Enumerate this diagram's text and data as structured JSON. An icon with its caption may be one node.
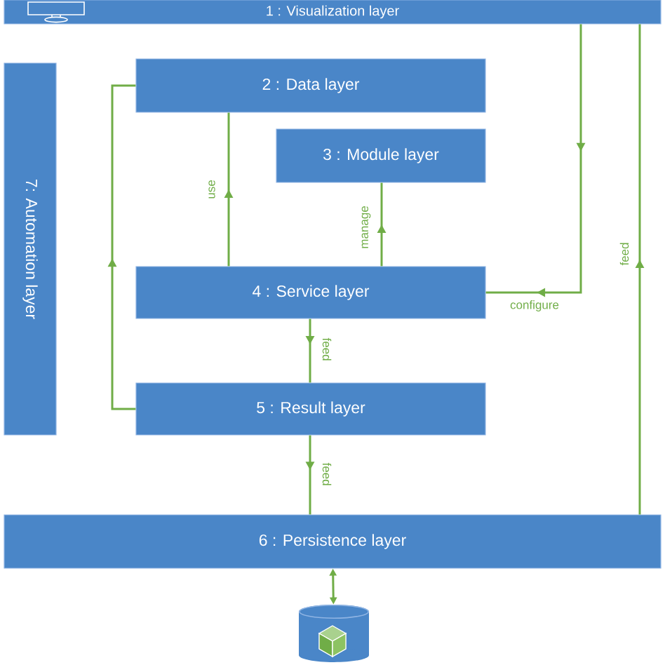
{
  "diagram": {
    "nodes": [
      {
        "text": [
          "1 : Visualization layer"
        ]
      },
      {
        "text": [
          "2 : Data layer"
        ]
      },
      {
        "text": [
          "3 : Module layer"
        ]
      },
      {
        "text": [
          "4 : Service layer"
        ]
      },
      {
        "text": [
          "5 : Result layer"
        ]
      },
      {
        "text": [
          "6 : Persistence layer"
        ]
      },
      {
        "text": [
          "7: Automation layer"
        ]
      },
      {
        "text": [],
        "shape": "cylinder"
      }
    ],
    "edges": [
      {
        "from": 3,
        "to": 1,
        "arrow": "to",
        "label": "use"
      },
      {
        "from": 3,
        "to": 2,
        "arrow": "to",
        "label": "manage"
      },
      {
        "from": 0,
        "to": 3,
        "arrow": "to",
        "label": "configure"
      },
      {
        "from": 5,
        "to": 0,
        "arrow": "to",
        "label": "feed"
      },
      {
        "from": 4,
        "to": 1,
        "arrow": "to"
      },
      {
        "from": 3,
        "to": 4,
        "arrow": "to",
        "label": "feed"
      },
      {
        "from": 4,
        "to": 5,
        "arrow": "to",
        "label": "feed"
      },
      {
        "from": 5,
        "to": 7,
        "arrow": "both"
      }
    ]
  }
}
